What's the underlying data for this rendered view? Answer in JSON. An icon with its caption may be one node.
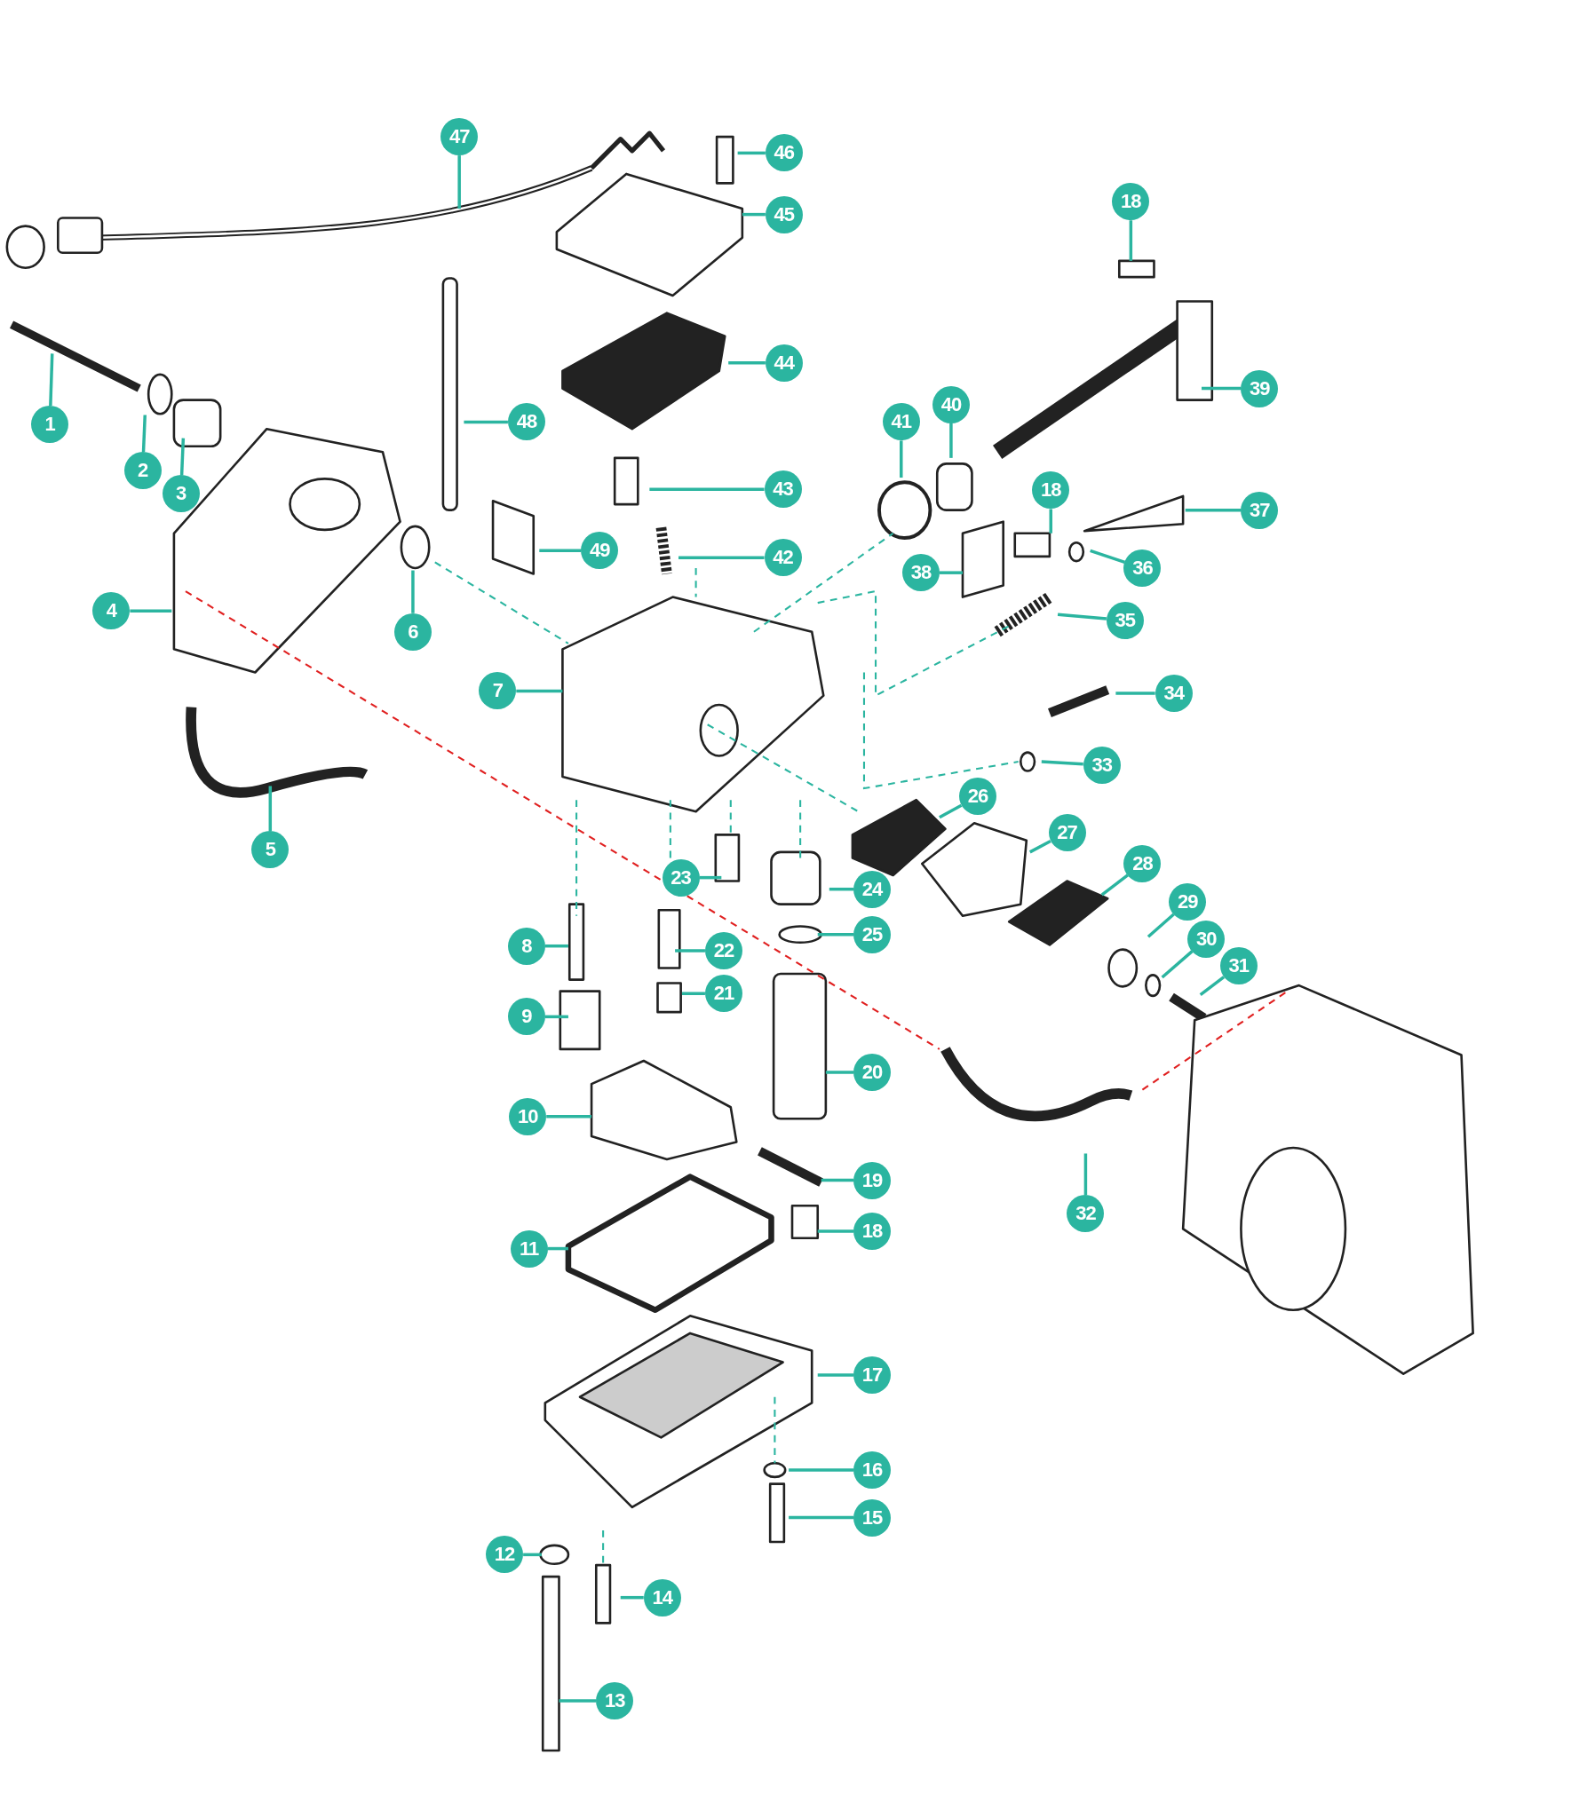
{
  "diagram": {
    "nodes": [
      {
        "text": [
          "47"
        ]
      },
      {
        "text": [
          "46"
        ]
      },
      {
        "text": [
          "18"
        ]
      },
      {
        "text": [
          "45"
        ]
      },
      {
        "text": [
          "44"
        ]
      },
      {
        "text": [
          "39"
        ]
      },
      {
        "text": [
          "40"
        ]
      },
      {
        "text": [
          "1"
        ]
      },
      {
        "text": [
          "48"
        ]
      },
      {
        "text": [
          "41"
        ]
      },
      {
        "text": [
          "2"
        ]
      },
      {
        "text": [
          "43"
        ]
      },
      {
        "text": [
          "18"
        ]
      },
      {
        "text": [
          "3"
        ]
      },
      {
        "text": [
          "37"
        ]
      },
      {
        "text": [
          "49"
        ]
      },
      {
        "text": [
          "42"
        ]
      },
      {
        "text": [
          "38"
        ]
      },
      {
        "text": [
          "36"
        ]
      },
      {
        "text": [
          "4"
        ]
      },
      {
        "text": [
          "35"
        ]
      },
      {
        "text": [
          "6"
        ]
      },
      {
        "text": [
          "34"
        ]
      },
      {
        "text": [
          "7"
        ]
      },
      {
        "text": [
          "33"
        ]
      },
      {
        "text": [
          "26"
        ]
      },
      {
        "text": [
          "27"
        ]
      },
      {
        "text": [
          "5"
        ]
      },
      {
        "text": [
          "28"
        ]
      },
      {
        "text": [
          "23"
        ]
      },
      {
        "text": [
          "24"
        ]
      },
      {
        "text": [
          "29"
        ]
      },
      {
        "text": [
          "25"
        ]
      },
      {
        "text": [
          "30"
        ]
      },
      {
        "text": [
          "8"
        ]
      },
      {
        "text": [
          "22"
        ]
      },
      {
        "text": [
          "31"
        ]
      },
      {
        "text": [
          "21"
        ]
      },
      {
        "text": [
          "9"
        ]
      },
      {
        "text": [
          "20"
        ]
      },
      {
        "text": [
          "10"
        ]
      },
      {
        "text": [
          "19"
        ]
      },
      {
        "text": [
          "32"
        ]
      },
      {
        "text": [
          "18"
        ]
      },
      {
        "text": [
          "11"
        ]
      },
      {
        "text": [
          "17"
        ]
      },
      {
        "text": [
          "16"
        ]
      },
      {
        "text": [
          "15"
        ]
      },
      {
        "text": [
          "12"
        ]
      },
      {
        "text": [
          "14"
        ]
      },
      {
        "text": [
          "13"
        ]
      }
    ],
    "edges": [
      {
        "from": 0,
        "to": null,
        "arrow": "none"
      },
      {
        "from": 1,
        "to": null,
        "arrow": "none"
      },
      {
        "from": 2,
        "to": null,
        "arrow": "none"
      },
      {
        "from": 3,
        "to": null,
        "arrow": "none"
      },
      {
        "from": 4,
        "to": null,
        "arrow": "none"
      },
      {
        "from": 5,
        "to": null,
        "arrow": "none"
      },
      {
        "from": 6,
        "to": null,
        "arrow": "none"
      },
      {
        "from": 7,
        "to": null,
        "arrow": "none"
      },
      {
        "from": 8,
        "to": null,
        "arrow": "none"
      },
      {
        "from": 9,
        "to": null,
        "arrow": "none"
      },
      {
        "from": 10,
        "to": null,
        "arrow": "none"
      },
      {
        "from": 11,
        "to": null,
        "arrow": "none"
      },
      {
        "from": 12,
        "to": null,
        "arrow": "none"
      },
      {
        "from": 13,
        "to": null,
        "arrow": "none"
      },
      {
        "from": 14,
        "to": null,
        "arrow": "none"
      },
      {
        "from": 15,
        "to": null,
        "arrow": "none"
      },
      {
        "from": 16,
        "to": null,
        "arrow": "none"
      },
      {
        "from": 17,
        "to": null,
        "arrow": "none"
      },
      {
        "from": 18,
        "to": null,
        "arrow": "none"
      },
      {
        "from": 19,
        "to": null,
        "arrow": "none"
      },
      {
        "from": 20,
        "to": null,
        "arrow": "none"
      },
      {
        "from": 21,
        "to": null,
        "arrow": "none"
      },
      {
        "from": 22,
        "to": null,
        "arrow": "none"
      },
      {
        "from": 23,
        "to": null,
        "arrow": "none"
      },
      {
        "from": 24,
        "to": null,
        "arrow": "none"
      },
      {
        "from": 25,
        "to": null,
        "arrow": "none"
      },
      {
        "from": 26,
        "to": null,
        "arrow": "none"
      },
      {
        "from": 27,
        "to": null,
        "arrow": "none"
      },
      {
        "from": 28,
        "to": null,
        "arrow": "none"
      },
      {
        "from": 29,
        "to": null,
        "arrow": "none"
      },
      {
        "from": 30,
        "to": null,
        "arrow": "none"
      },
      {
        "from": 31,
        "to": null,
        "arrow": "none"
      },
      {
        "from": 32,
        "to": null,
        "arrow": "none"
      },
      {
        "from": 33,
        "to": null,
        "arrow": "none"
      },
      {
        "from": 34,
        "to": null,
        "arrow": "none"
      },
      {
        "from": 35,
        "to": null,
        "arrow": "none"
      },
      {
        "from": 36,
        "to": null,
        "arrow": "none"
      },
      {
        "from": 37,
        "to": null,
        "arrow": "none"
      },
      {
        "from": 38,
        "to": null,
        "arrow": "none"
      },
      {
        "from": 39,
        "to": null,
        "arrow": "none"
      },
      {
        "from": 40,
        "to": null,
        "arrow": "none"
      },
      {
        "from": 41,
        "to": null,
        "arrow": "none"
      },
      {
        "from": 42,
        "to": null,
        "arrow": "none"
      },
      {
        "from": 43,
        "to": null,
        "arrow": "none"
      },
      {
        "from": 44,
        "to": null,
        "arrow": "none"
      },
      {
        "from": 45,
        "to": null,
        "arrow": "none"
      },
      {
        "from": 46,
        "to": null,
        "arrow": "none"
      },
      {
        "from": 47,
        "to": null,
        "arrow": "none"
      },
      {
        "from": 48,
        "to": null,
        "arrow": "none"
      },
      {
        "from": 49,
        "to": null,
        "arrow": "none"
      },
      {
        "from": 50,
        "to": null,
        "arrow": "none"
      }
    ]
  }
}
